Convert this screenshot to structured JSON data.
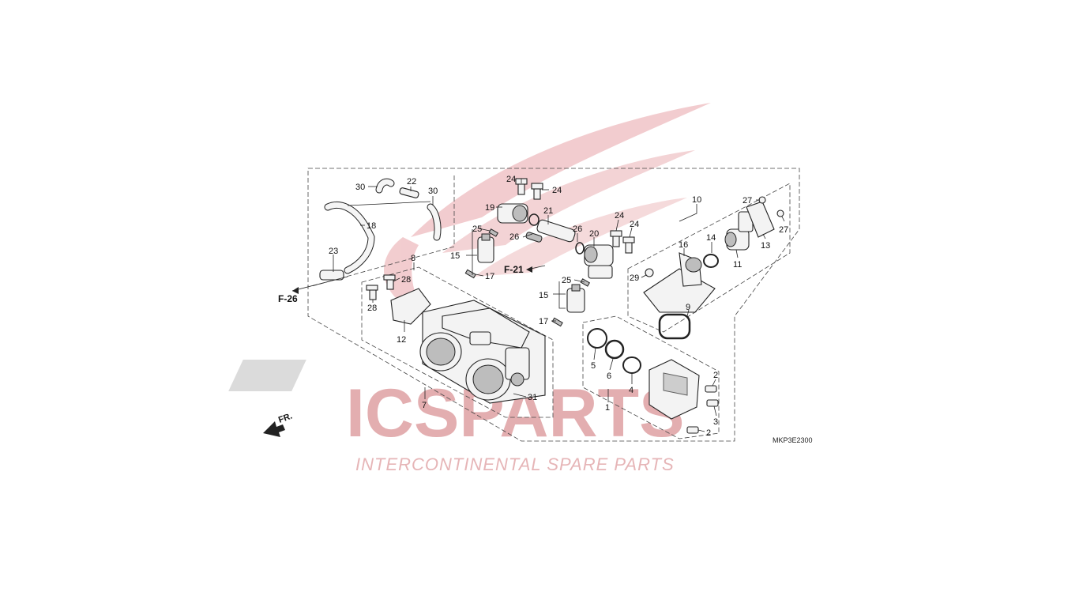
{
  "watermark": {
    "brand": "ICSPARTS",
    "tagline": "INTERCONTINENTAL SPARE PARTS",
    "color": "#e3aeb0"
  },
  "diagram": {
    "code": "MKP3E2300",
    "front_label": "FR.",
    "refs": [
      "F-26",
      "F-21"
    ],
    "callouts": {
      "c30a": "30",
      "c22": "22",
      "c30b": "30",
      "c18": "18",
      "c23": "23",
      "c24a": "24",
      "c24b": "24",
      "c19": "19",
      "c21": "21",
      "c25a": "25",
      "c26a": "26",
      "c26b": "26",
      "c20": "20",
      "c15a": "15",
      "c17a": "17",
      "c24c": "24",
      "c24d": "24",
      "c8": "8",
      "c28a": "28",
      "c28b": "28",
      "c12": "12",
      "c25b": "25",
      "c15b": "15",
      "c17b": "17",
      "c7": "7",
      "c31": "31",
      "c10": "10",
      "c27a": "27",
      "c27b": "27",
      "c16": "16",
      "c14": "14",
      "c13": "13",
      "c11": "11",
      "c29": "29",
      "c9": "9",
      "c5": "5",
      "c6": "6",
      "c4": "4",
      "c1": "1",
      "c2a": "2",
      "c3": "3",
      "c2b": "2"
    }
  }
}
